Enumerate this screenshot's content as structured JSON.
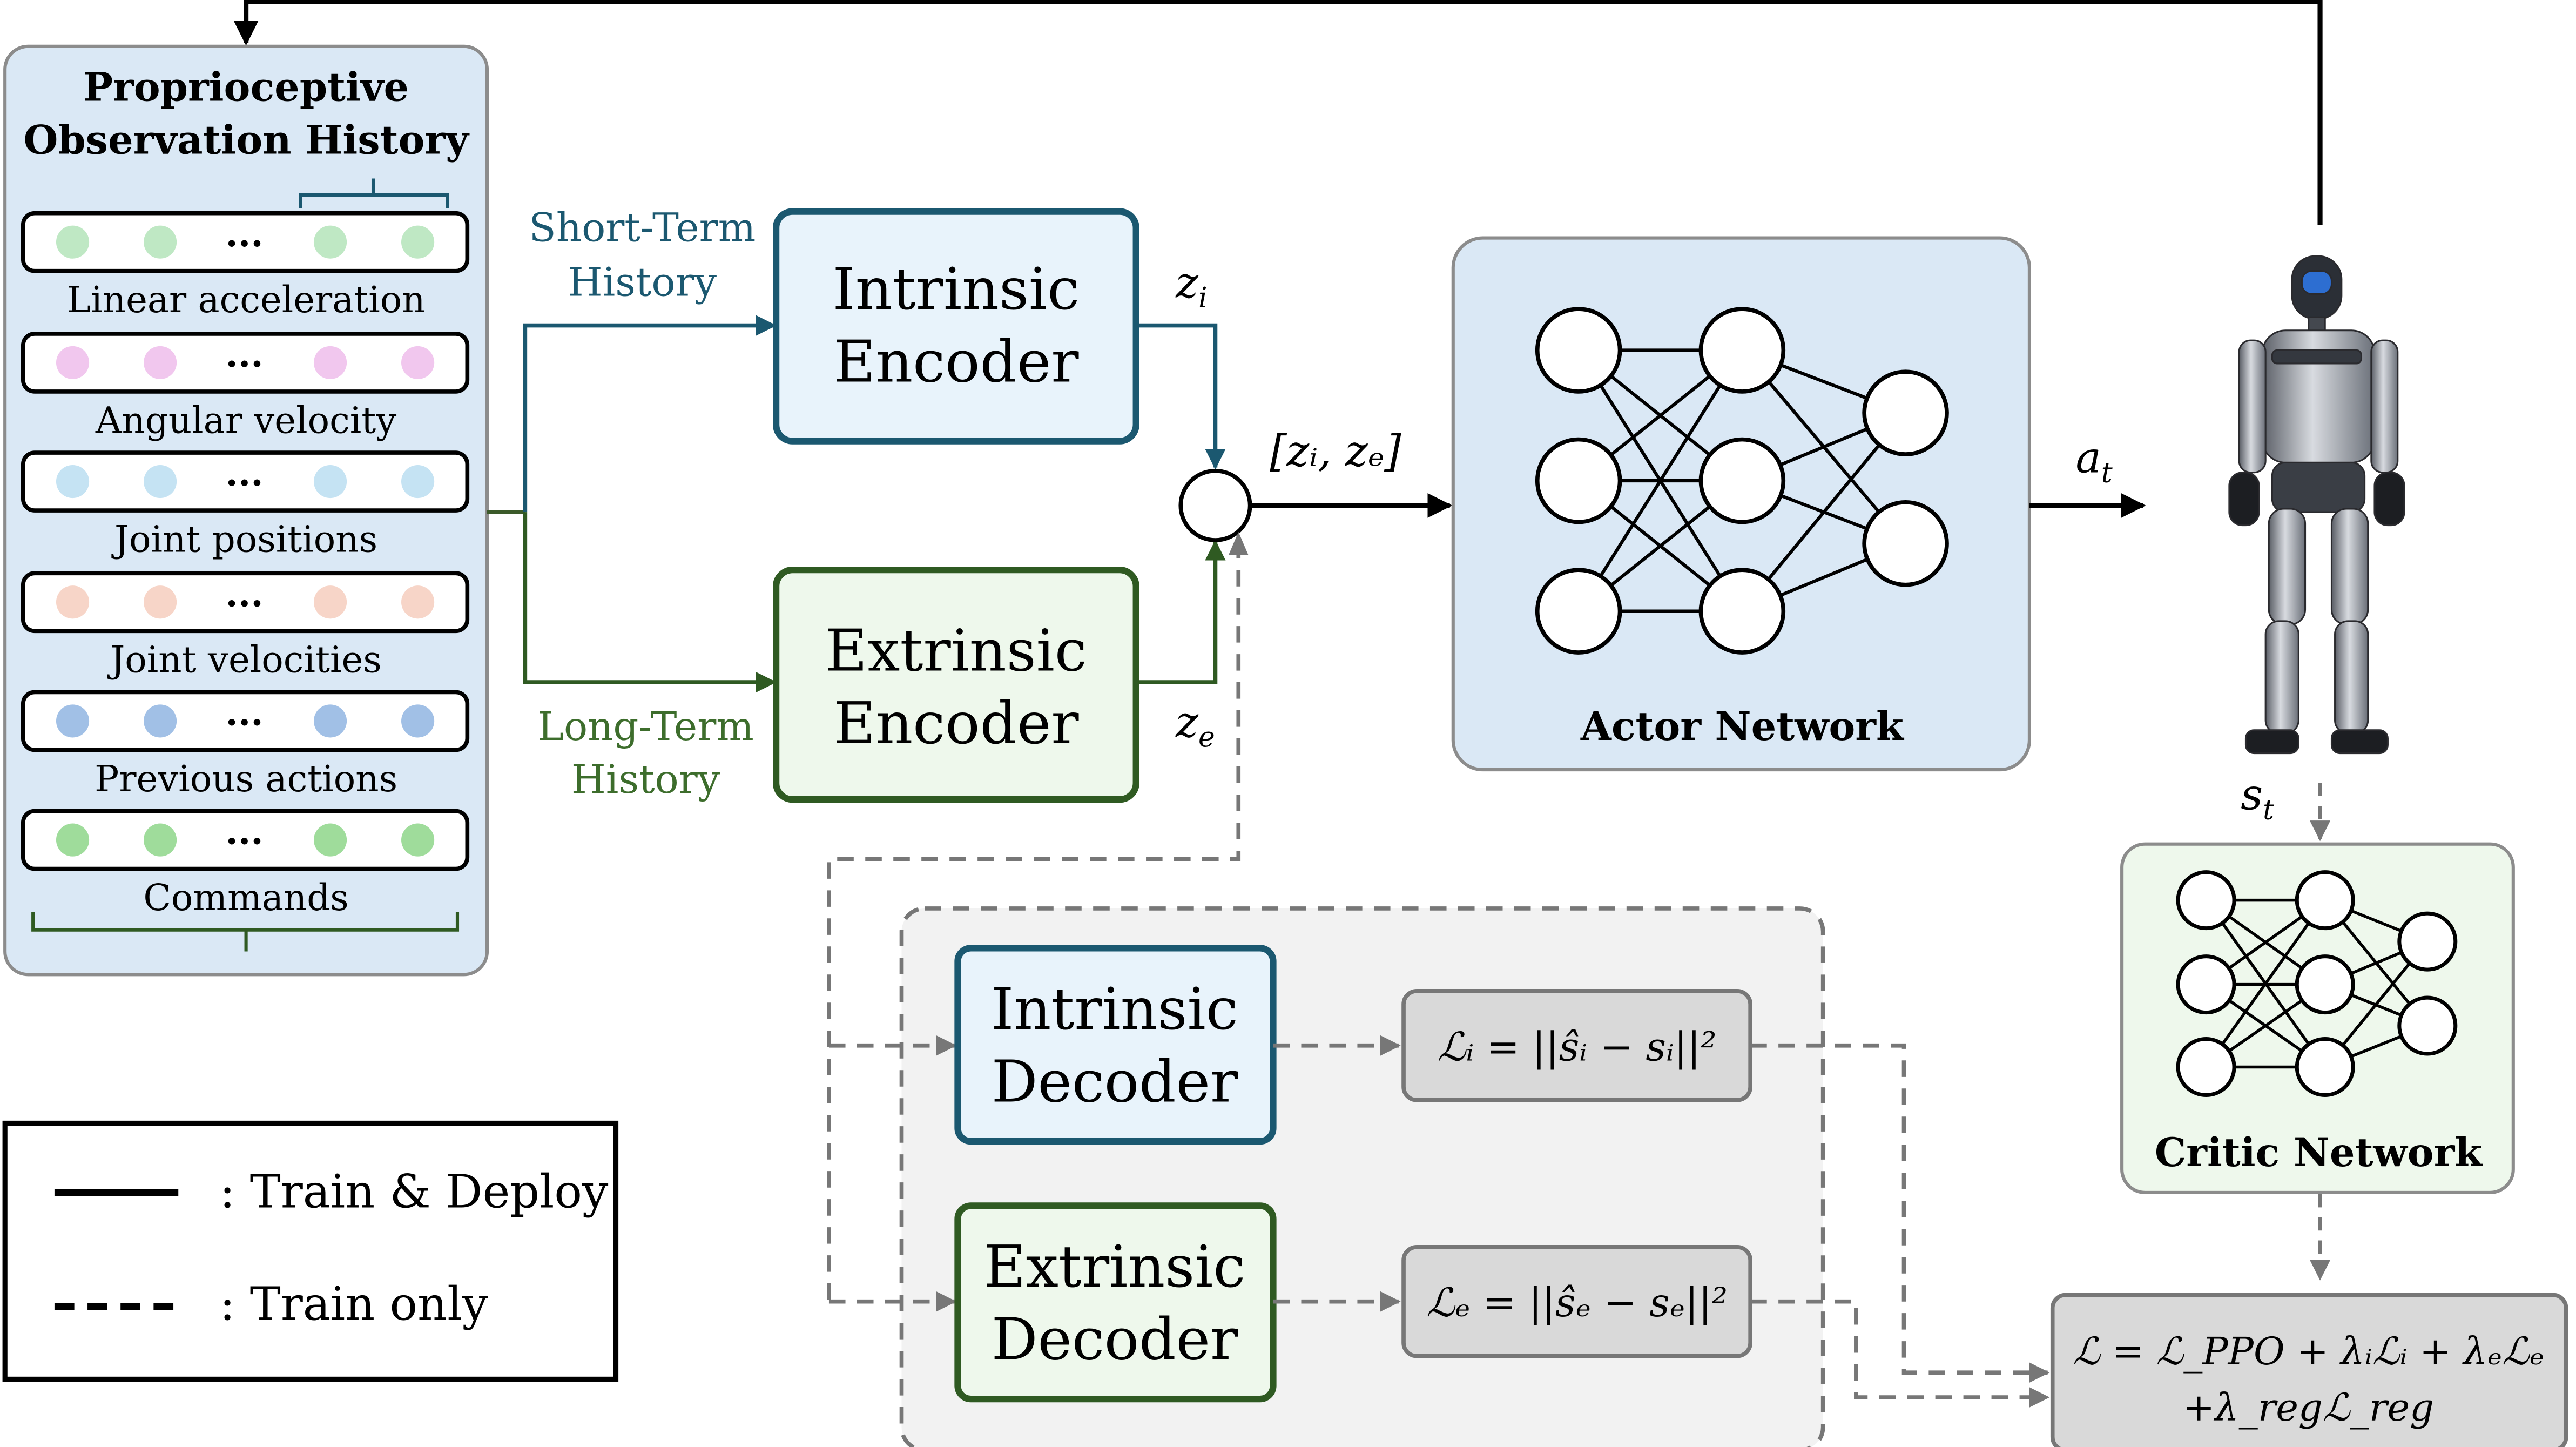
{
  "observation_panel": {
    "title_line1": "Proprioceptive",
    "title_line2": "Observation History",
    "ellipsis": "...",
    "rows": [
      {
        "label": "Linear acceleration",
        "dot_color": "#bfe8c4"
      },
      {
        "label": "Angular velocity",
        "dot_color": "#f1c7ee"
      },
      {
        "label": "Joint positions",
        "dot_color": "#c5e3f3"
      },
      {
        "label": "Joint velocities",
        "dot_color": "#f7d5c8"
      },
      {
        "label": "Previous actions",
        "dot_color": "#a1c0e6"
      },
      {
        "label": "Commands",
        "dot_color": "#9fdc9b"
      }
    ]
  },
  "labels": {
    "short_term_line1": "Short-Term",
    "short_term_line2": "History",
    "long_term_line1": "Long-Term",
    "long_term_line2": "History",
    "z_i": "z",
    "z_i_sub": "i",
    "z_e": "z",
    "z_e_sub": "e",
    "concat": "[zᵢ, zₑ]",
    "a_t": "a",
    "a_t_sub": "t",
    "s_t": "s",
    "s_t_sub": "t"
  },
  "encoders": {
    "intrinsic_line1": "Intrinsic",
    "intrinsic_line2": "Encoder",
    "extrinsic_line1": "Extrinsic",
    "extrinsic_line2": "Encoder"
  },
  "networks": {
    "actor": "Actor Network",
    "critic": "Critic Network"
  },
  "decoders": {
    "intrinsic_line1": "Intrinsic",
    "intrinsic_line2": "Decoder",
    "extrinsic_line1": "Extrinsic",
    "extrinsic_line2": "Decoder"
  },
  "losses": {
    "loss_i": "ℒᵢ = ||ŝᵢ − sᵢ||²",
    "loss_e": "ℒₑ = ||ŝₑ − sₑ||²",
    "total_line1": "ℒ = ℒ_PPO + λᵢℒᵢ + λₑℒₑ",
    "total_line2": "+λ_regℒ_reg"
  },
  "legend": {
    "solid": ": Train & Deploy",
    "dashed": ": Train only"
  },
  "colors": {
    "panel_fill": "#dae8f5",
    "intrinsic_border": "#1b5870",
    "intrinsic_fill": "#e8f3fb",
    "extrinsic_border": "#2f5a22",
    "extrinsic_fill": "#eef8ec",
    "short_term_text": "#1b5870",
    "long_term_text": "#3d6d2c",
    "dashed_line": "#777777",
    "loss_box_fill": "#d9d9d9"
  }
}
